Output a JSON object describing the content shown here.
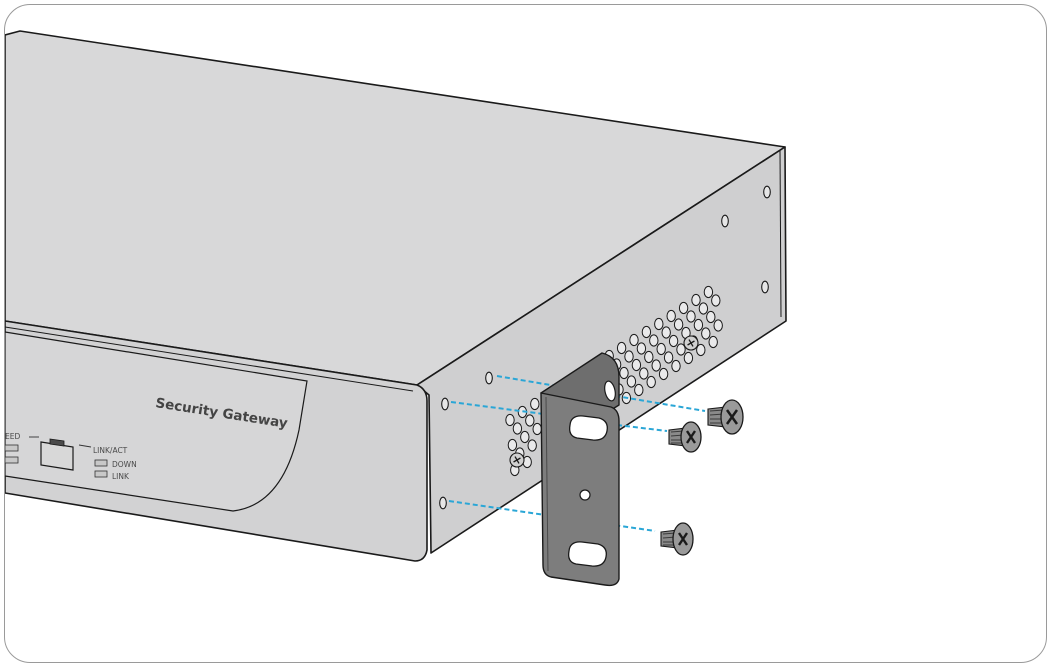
{
  "device": {
    "product_label": "Security Gateway",
    "labels": {
      "speed": "EED",
      "link_act": "LINK/ACT",
      "down": "DOWN",
      "link": "LINK"
    }
  },
  "colors": {
    "chassis_top": "#d8d8d9",
    "chassis_side": "#cfcfd0",
    "front_panel": "#d2d2d3",
    "outline": "#1a1a1a",
    "guide_line": "#2aa6d6",
    "bracket": "#7a7a7a",
    "screw": "#8c8c8c"
  },
  "icons": {
    "screws": [
      "screw-icon",
      "screw-icon",
      "screw-icon"
    ],
    "bracket": "rack-mount-bracket"
  }
}
